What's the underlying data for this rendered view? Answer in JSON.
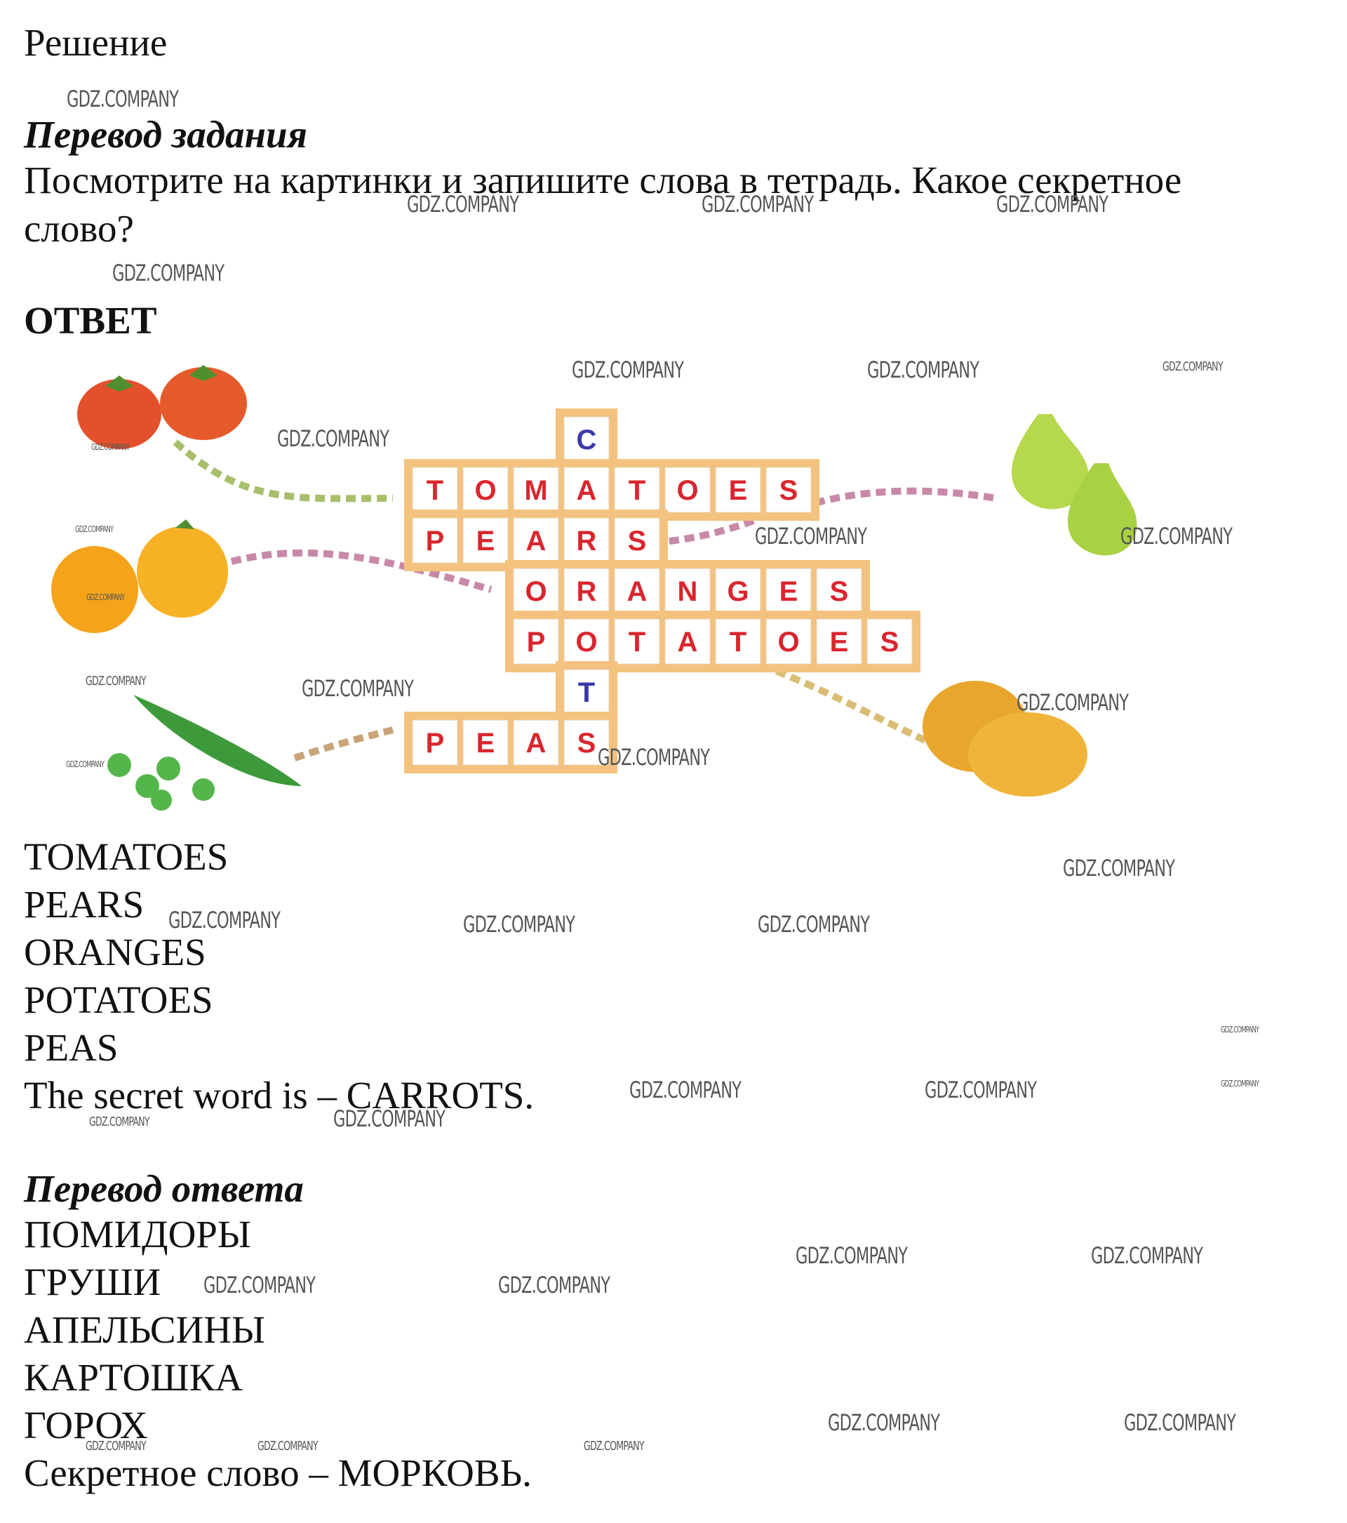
{
  "section_title": "Решение",
  "task_translation_heading": "Перевод задания",
  "task_text_line1": "Посмотрите на картинки и запишите слова в тетрадь. Какое секретное",
  "task_text_line2": "слово?",
  "answer_heading": "ОТВЕТ",
  "puzzle": {
    "vertical_word": "CARROTS",
    "words": [
      "TOMATOES",
      "PEARS",
      "ORANGES",
      "POTATOES",
      "PEAS"
    ],
    "pictures": [
      "tomatoes",
      "oranges",
      "pea pod",
      "pears",
      "potatoes"
    ],
    "colors": {
      "letters_red": "#d9262e",
      "letters_blue": "#3a3aa8",
      "frame": "#f3c27e",
      "cell": "#ffffff"
    }
  },
  "answer_words": [
    "TOMATOES",
    "PEARS",
    "ORANGES",
    "POTATOES",
    "PEAS"
  ],
  "secret_sentence": "The secret word is – CARROTS.",
  "answer_translation_heading": "Перевод ответа",
  "translation_words": [
    "ПОМИДОРЫ",
    "ГРУШИ",
    "АПЕЛЬСИНЫ",
    "КАРТОШКА",
    "ГОРОХ"
  ],
  "translation_secret": "Секретное слово – МОРКОВЬ.",
  "watermark": "GDZ.COMPANY"
}
